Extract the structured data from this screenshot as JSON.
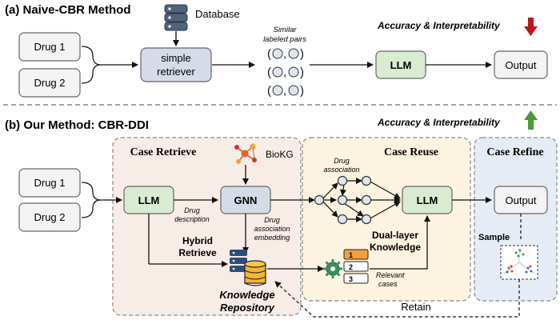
{
  "partA": {
    "title": "(a) Naive-CBR Method",
    "drug1": "Drug 1",
    "drug2": "Drug 2",
    "database": "Database",
    "retriever_line1": "simple",
    "retriever_line2": "retriever",
    "similar_line1": "Similar",
    "similar_line2": "labeled pairs",
    "llm": "LLM",
    "output": "Output",
    "metric": "Accuracy & Interpretability",
    "metric_color": "#c0141a"
  },
  "partB": {
    "title": "(b) Our Method: CBR-DDI",
    "metric": "Accuracy & Interpretability",
    "metric_color": "#4a9a36",
    "drug1": "Drug 1",
    "drug2": "Drug 2",
    "case_retrieve": "Case Retrieve",
    "case_reuse": "Case Reuse",
    "case_refine": "Case Refine",
    "biokg": "BioKG",
    "llm1": "LLM",
    "gnn": "GNN",
    "llm2": "LLM",
    "output": "Output",
    "drug_desc_1": "Drug",
    "drug_desc_2": "description",
    "drug_assoc_emb_1": "Drug",
    "drug_assoc_emb_2": "association",
    "drug_assoc_emb_3": "embedding",
    "hybrid_1": "Hybrid",
    "hybrid_2": "Retrieve",
    "repo_1": "Knowledge",
    "repo_2": "Repository",
    "drug_assoc_1": "Drug",
    "drug_assoc_2": "association",
    "dual_1": "Dual-layer",
    "dual_2": "Knowledge",
    "relevant_1": "Relevant",
    "relevant_2": "cases",
    "sample": "Sample",
    "retain": "Retain",
    "list_1": "1",
    "list_2": "2",
    "list_3": "3"
  }
}
